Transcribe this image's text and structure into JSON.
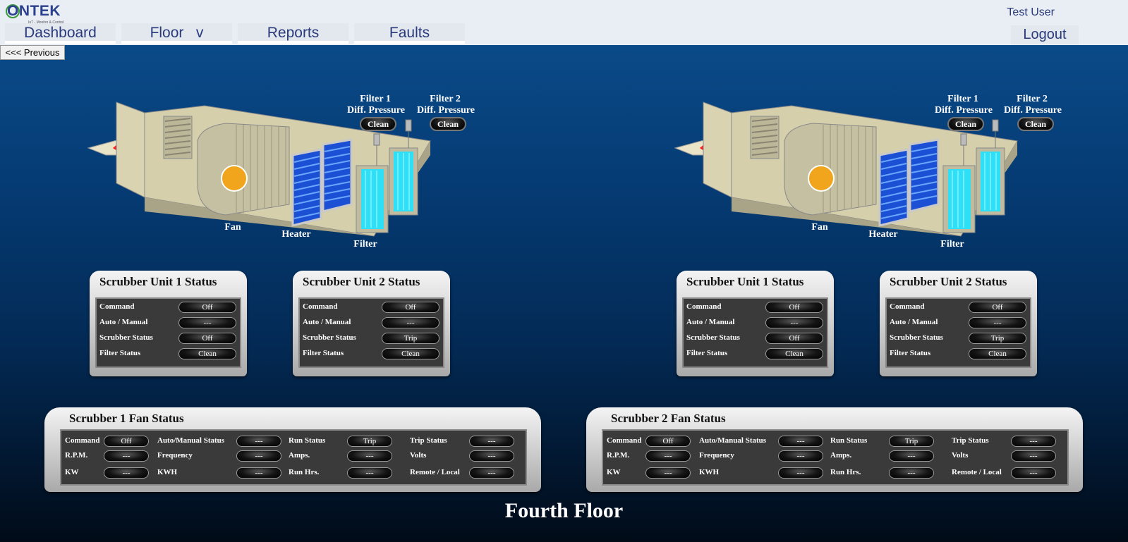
{
  "header": {
    "logo_text": "ONTEK",
    "logo_tagline": "IoT - Monitor & Control",
    "user_name": "Test User",
    "logout_label": "Logout",
    "nav": [
      {
        "label": "Dashboard"
      },
      {
        "label": "Floor   v"
      },
      {
        "label": "Reports"
      },
      {
        "label": "Faults"
      }
    ]
  },
  "previous_button": "<<< Previous",
  "units": [
    {
      "filter1_label": "Filter 1",
      "filter2_label": "Filter 2",
      "diff_pressure_label": "Diff. Pressure",
      "filter1_value": "Clean",
      "filter2_value": "Clean",
      "fan_label": "Fan",
      "heater_label": "Heater",
      "filter_label": "Filter",
      "scrubbers": [
        {
          "title": "Scrubber Unit 1 Status",
          "rows": [
            {
              "label": "Command",
              "value": "Off"
            },
            {
              "label": "Auto / Manual",
              "value": "---"
            },
            {
              "label": "Scrubber Status",
              "value": "Off"
            },
            {
              "label": "Filter Status",
              "value": "Clean"
            }
          ]
        },
        {
          "title": "Scrubber Unit 2 Status",
          "rows": [
            {
              "label": "Command",
              "value": "Off"
            },
            {
              "label": "Auto / Manual",
              "value": "---"
            },
            {
              "label": "Scrubber Status",
              "value": "Trip"
            },
            {
              "label": "Filter Status",
              "value": "Clean"
            }
          ]
        }
      ],
      "fan": {
        "title": "Scrubber 1 Fan Status",
        "cols": [
          [
            {
              "label": "Command",
              "value": "Off"
            },
            {
              "label": "R.P.M.",
              "value": "---"
            },
            {
              "label": "KW",
              "value": "---"
            }
          ],
          [
            {
              "label": "Auto/Manual Status",
              "value": "---"
            },
            {
              "label": "Frequency",
              "value": "---"
            },
            {
              "label": "KWH",
              "value": "---"
            }
          ],
          [
            {
              "label": "Run Status",
              "value": "Trip"
            },
            {
              "label": "Amps.",
              "value": "---"
            },
            {
              "label": "Run Hrs.",
              "value": "---"
            }
          ],
          [
            {
              "label": "Trip Status",
              "value": "---"
            },
            {
              "label": "Volts",
              "value": "---"
            },
            {
              "label": "Remote / Local",
              "value": "---"
            }
          ]
        ]
      }
    },
    {
      "filter1_label": "Filter 1",
      "filter2_label": "Filter 2",
      "diff_pressure_label": "Diff. Pressure",
      "filter1_value": "Clean",
      "filter2_value": "Clean",
      "fan_label": "Fan",
      "heater_label": "Heater",
      "filter_label": "Filter",
      "scrubbers": [
        {
          "title": "Scrubber Unit 1 Status",
          "rows": [
            {
              "label": "Command",
              "value": "Off"
            },
            {
              "label": "Auto / Manual",
              "value": "---"
            },
            {
              "label": "Scrubber Status",
              "value": "Off"
            },
            {
              "label": "Filter Status",
              "value": "Clean"
            }
          ]
        },
        {
          "title": "Scrubber Unit 2 Status",
          "rows": [
            {
              "label": "Command",
              "value": "Off"
            },
            {
              "label": "Auto / Manual",
              "value": "---"
            },
            {
              "label": "Scrubber Status",
              "value": "Trip"
            },
            {
              "label": "Filter Status",
              "value": "Clean"
            }
          ]
        }
      ],
      "fan": {
        "title": "Scrubber 2 Fan Status",
        "cols": [
          [
            {
              "label": "Command",
              "value": "Off"
            },
            {
              "label": "R.P.M.",
              "value": "---"
            },
            {
              "label": "KW",
              "value": "---"
            }
          ],
          [
            {
              "label": "Auto/Manual Status",
              "value": "---"
            },
            {
              "label": "Frequency",
              "value": "---"
            },
            {
              "label": "KWH",
              "value": "---"
            }
          ],
          [
            {
              "label": "Run Status",
              "value": "Trip"
            },
            {
              "label": "Amps.",
              "value": "---"
            },
            {
              "label": "Run Hrs.",
              "value": "---"
            }
          ],
          [
            {
              "label": "Trip Status",
              "value": "---"
            },
            {
              "label": "Volts",
              "value": "---"
            },
            {
              "label": "Remote / Local",
              "value": "---"
            }
          ]
        ]
      }
    }
  ],
  "floor_title": "Fourth Floor"
}
